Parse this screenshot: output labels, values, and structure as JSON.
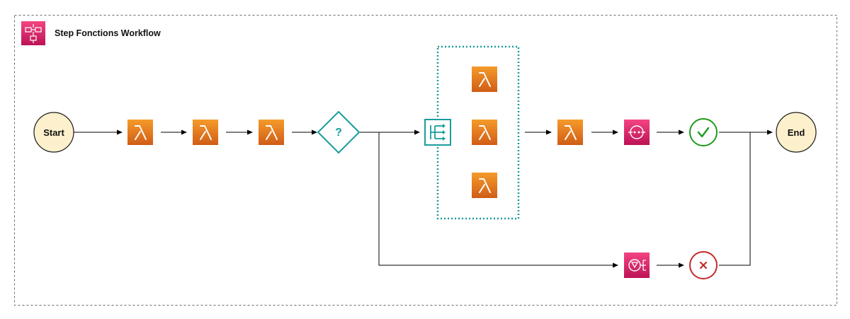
{
  "workflow": {
    "title": "Step Fonctions Workflow",
    "icon": "step-functions-icon"
  },
  "nodes": {
    "start": {
      "label": "Start"
    },
    "end": {
      "label": "End"
    },
    "choice": {
      "label": "?"
    },
    "lambda_1": {
      "icon": "lambda-icon"
    },
    "lambda_2": {
      "icon": "lambda-icon"
    },
    "lambda_3": {
      "icon": "lambda-icon"
    },
    "parallel": {
      "icon": "parallel-state-icon"
    },
    "branch_lambda_1": {
      "icon": "lambda-icon"
    },
    "branch_lambda_2": {
      "icon": "lambda-icon"
    },
    "branch_lambda_3": {
      "icon": "lambda-icon"
    },
    "lambda_after_parallel": {
      "icon": "lambda-icon"
    },
    "sns_success": {
      "icon": "sns-icon"
    },
    "sns_failure": {
      "icon": "sns-icon"
    },
    "success": {
      "icon": "check-icon",
      "status": "success"
    },
    "failure": {
      "icon": "x-icon",
      "status": "fail"
    }
  },
  "colors": {
    "lambda_gradient_top": "#f59b2b",
    "lambda_gradient_bottom": "#d05c17",
    "sns_gradient_top": "#f34482",
    "sns_gradient_bottom": "#bc1356",
    "teal": "#1a9c9c",
    "success_green": "#1f9a1f",
    "fail_red": "#c42b2b",
    "terminal_fill": "#fdf0cc",
    "border_dash": "#6b6b6b"
  }
}
